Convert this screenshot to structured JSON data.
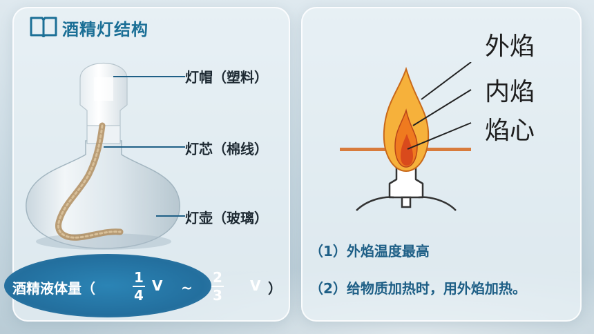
{
  "title": "酒精灯结构",
  "parts": {
    "cap": "灯帽（塑料）",
    "wick": "灯芯（棉线）",
    "pot": "灯壶（玻璃）"
  },
  "volume": {
    "prefix": "酒精液体量（",
    "frac1_num": "1",
    "frac1_den": "4",
    "unit1": "V",
    "tilde": "~",
    "frac2_num": "2",
    "frac2_den": "3",
    "unit2": "V",
    "suffix": "）"
  },
  "flame": {
    "outer": "外焰",
    "inner": "内焰",
    "core": "焰心"
  },
  "notes": {
    "n1": "（1）外焰温度最高",
    "n2": "（2）给物质加热时，用外焰加热。"
  },
  "colors": {
    "accent": "#1b6f96",
    "ellipse": "#236f9e",
    "flame_outer": "#f6b13b",
    "flame_inner": "#ef7a1f",
    "flame_core": "#d94a1c"
  },
  "icons": [
    "book-icon"
  ]
}
